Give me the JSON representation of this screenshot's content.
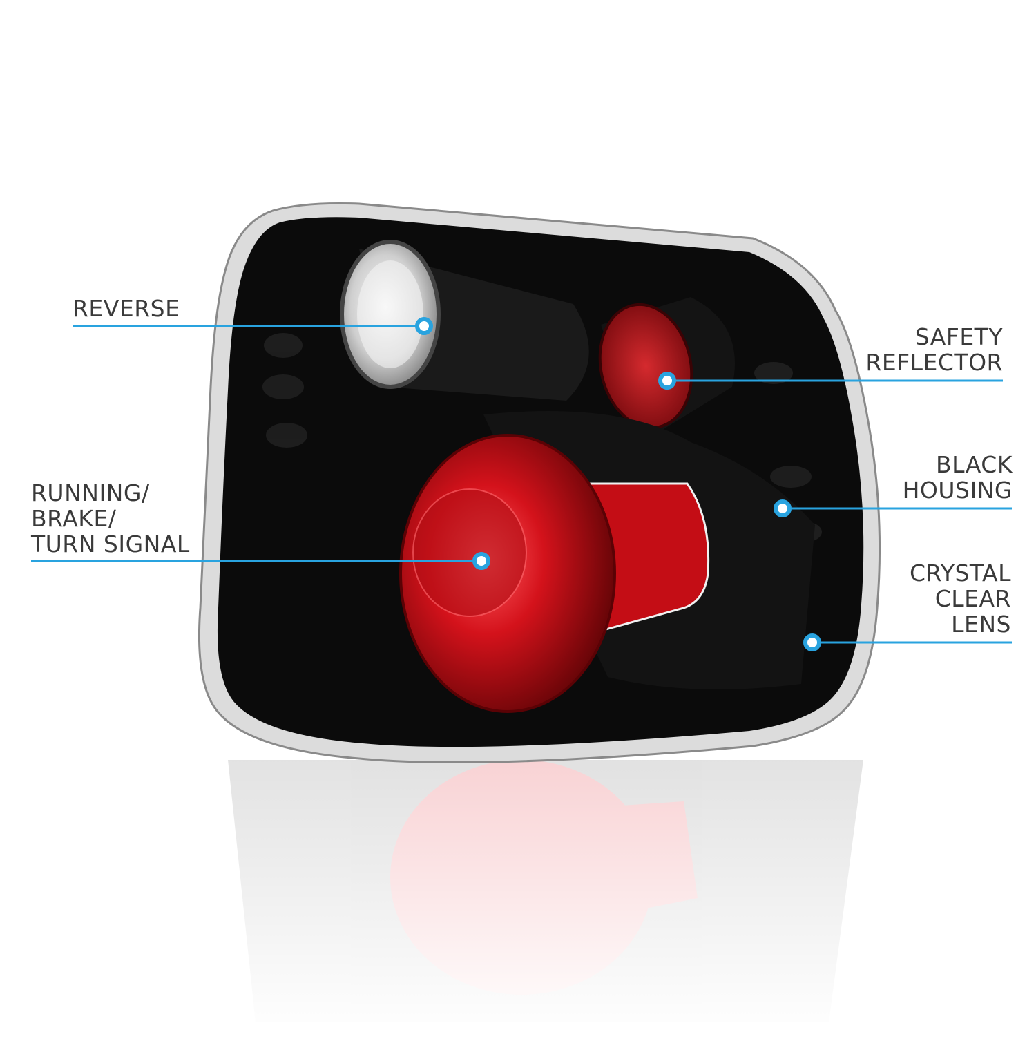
{
  "callouts": {
    "reverse": {
      "lines": [
        "REVERSE"
      ]
    },
    "safety_reflector": {
      "lines": [
        "SAFETY",
        "REFLECTOR"
      ]
    },
    "black_housing": {
      "lines": [
        "BLACK",
        "HOUSING"
      ]
    },
    "running_brake_turn": {
      "lines": [
        "RUNNING/",
        "BRAKE/",
        "TURN SIGNAL"
      ]
    },
    "crystal_clear_lens": {
      "lines": [
        "CRYSTAL",
        "CLEAR",
        "LENS"
      ]
    }
  },
  "colors": {
    "callout_line": "#29a3df",
    "housing": "#0b0b0b",
    "lens_red": "#d4121b",
    "chrome": "#e8e8e8",
    "label_text": "#3a3a3a"
  }
}
